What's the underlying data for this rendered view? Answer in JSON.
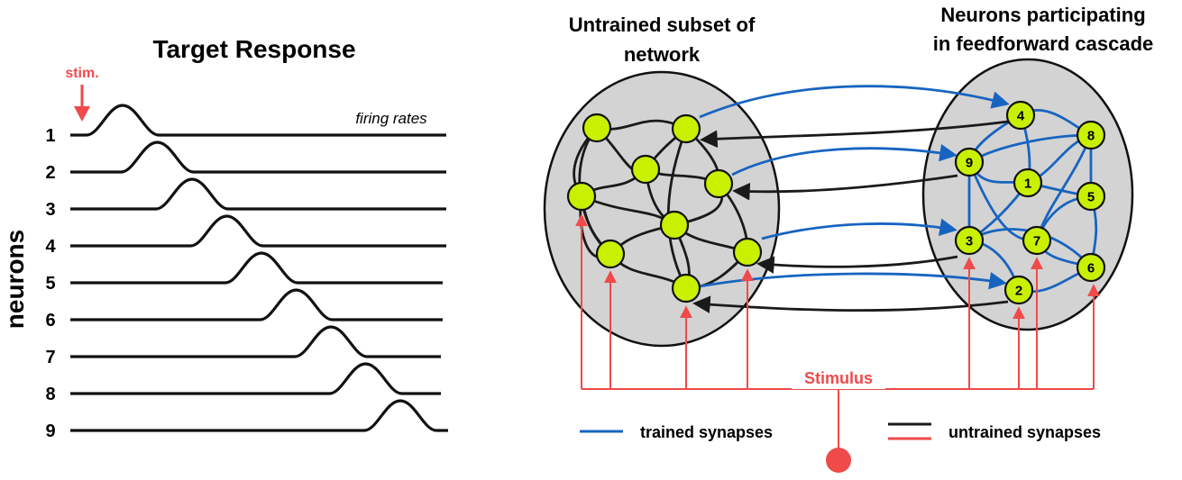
{
  "colors": {
    "stimulus": "#f04a4a",
    "trained": "#1764c0",
    "untrained": "#1a1a1a",
    "neuron_fill": "#c8f000",
    "region_fill": "#d3d3d3"
  },
  "left_panel": {
    "title": "Target Response",
    "stim_label": "stim.",
    "firing_label": "firing rates",
    "y_label": "neurons",
    "rows": [
      "1",
      "2",
      "3",
      "4",
      "5",
      "6",
      "7",
      "8",
      "9"
    ]
  },
  "right_panel": {
    "left_title_line1": "Untrained subset of",
    "left_title_line2": "network",
    "right_title_line1": "Neurons participating",
    "right_title_line2": "in feedforward cascade",
    "cascade_neurons": [
      "4",
      "8",
      "9",
      "1",
      "5",
      "3",
      "7",
      "6",
      "2"
    ],
    "stimulus_label": "Stimulus",
    "legend": {
      "trained": "trained synapses",
      "untrained": "untrained synapses"
    }
  }
}
